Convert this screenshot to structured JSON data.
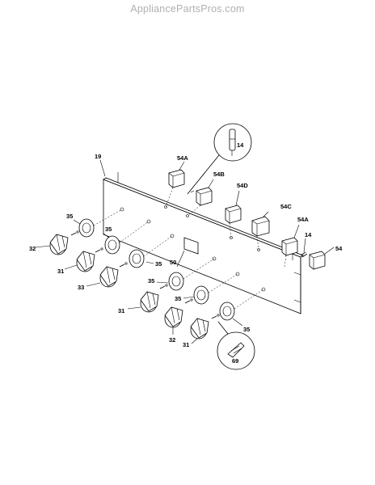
{
  "watermark": "AppliancePartsPros.com",
  "labels": {
    "panel": "19",
    "clip_callout": "14",
    "clip": "14",
    "switch_top": "54A",
    "switch_b": "54B",
    "switch_d": "54D",
    "switch_c": "54C",
    "switch_a2": "54A",
    "switch_end": "54",
    "bezel_1": "35",
    "bezel_2": "35",
    "bezel_3": "35",
    "bezel_4": "35",
    "bezel_5": "35",
    "bezel_6": "35",
    "knob_32a": "32",
    "knob_31a": "31",
    "knob_33": "33",
    "knob_31b": "31",
    "knob_32b": "32",
    "knob_31c": "31",
    "window": "50",
    "screw_callout": "69"
  }
}
